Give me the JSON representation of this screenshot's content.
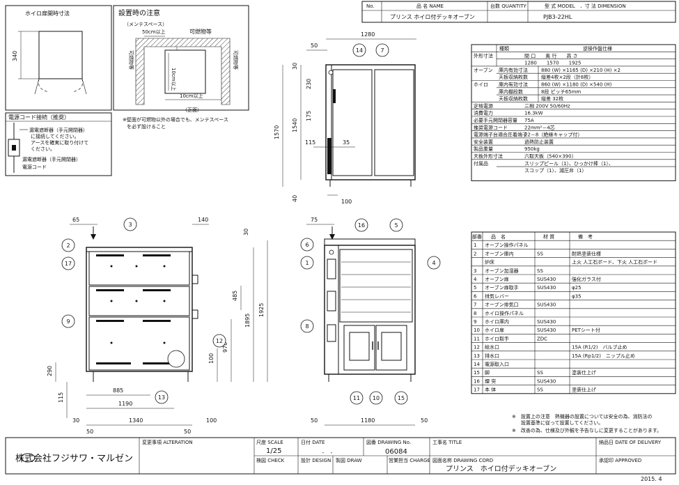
{
  "title_block_top": {
    "no_label": "No.",
    "name_label": "品 名 NAME",
    "qty_label": "台数 QUANTITY",
    "model_label": "型 式 MODEL　．寸 法 DIMENSION",
    "name_value": "プリンス ホイロ付デッキオーブン",
    "model_value": "PJB3-22HL"
  },
  "door_box": {
    "title": "ホイロ扉開時寸法",
    "dim_340": "340"
  },
  "install_box": {
    "title": "設置時の注意",
    "maint_space": "（メンテスペース）",
    "maint_dim": "50cm以上",
    "flammable": "可燃物等",
    "left_flammable": "可燃物等",
    "right_flammable": "可燃物等",
    "dim_10cm_v": "10cm以上",
    "dim_10cm_h": "10cm以上",
    "front": "（正面）",
    "note1": "※壁面が可燃物以外の場合でも、メンテスペース",
    "note2": "を必ず設けること"
  },
  "power_box": {
    "title": "電源コード接続（推奨）",
    "l1": "漏電遮断器（手元開閉器）",
    "l2": "に接続してください。",
    "l3": "アースを確実に取り付けて",
    "l4": "ください。",
    "l5": "漏電遮断器（手元開閉器）",
    "l6": "電源コード"
  },
  "side_top_dims": {
    "w1280": "1280",
    "d50": "50",
    "d30": "30",
    "d230": "230",
    "d1540": "1540",
    "d1570": "1570",
    "d175": "175",
    "d115": "115",
    "d35": "35",
    "d40": "40",
    "d100": "100"
  },
  "front_dims": {
    "d65": "65",
    "d140": "140",
    "d30": "30",
    "d485": "485",
    "d1895": "1895",
    "d1925": "1925",
    "d970": "970",
    "d100": "100",
    "d290": "290",
    "d115": "115",
    "d885": "885",
    "d1190": "1190",
    "d1340": "1340",
    "d30b": "30",
    "d50a": "50",
    "d50b": "50",
    "d100b": "100"
  },
  "right_dims": {
    "d75": "75",
    "d1180": "1180",
    "d50a": "50",
    "d50b": "50"
  },
  "callouts": [
    "1",
    "2",
    "3",
    "4",
    "5",
    "6",
    "7",
    "8",
    "9",
    "10",
    "11",
    "12",
    "13",
    "14",
    "15",
    "16",
    "17"
  ],
  "spec_table": {
    "header": [
      "種類",
      "逆操作盤仕様"
    ],
    "rows": [
      {
        "g": "外形寸法",
        "k": "",
        "v": "間 口　　奥 行　　高 さ"
      },
      {
        "g": "",
        "k": "",
        "v": "1280　　1570　　1925"
      },
      {
        "g": "オーブン",
        "k": "庫内有効寸法",
        "v": "880 (W) ×1165 (D) ×210 (H) ×2"
      },
      {
        "g": "",
        "k": "天板収納枚数",
        "v": "縦差4枚×2段（計8枚）"
      },
      {
        "g": "ホイロ",
        "k": "庫内有効寸法",
        "v": "860 (W) ×1180 (D) ×540 (H)"
      },
      {
        "g": "",
        "k": "庫内棚段数",
        "v": "8段 ピッチ65mm"
      },
      {
        "g": "",
        "k": "天板収納枚数",
        "v": "縦差 32枚"
      },
      {
        "g": "定格電源",
        "k": "",
        "v": "三相 200V 50/60Hz"
      },
      {
        "g": "消費電力",
        "k": "",
        "v": "16.3kW"
      },
      {
        "g": "必要手元開閉器容量",
        "k": "",
        "v": "75A"
      },
      {
        "g": "推奨電源コード",
        "k": "",
        "v": "22mm²－4芯"
      },
      {
        "g": "電源端子台適合圧着端子",
        "k": "",
        "v": "22－8（絶縁キャップ付）"
      },
      {
        "g": "安全装置",
        "k": "",
        "v": "過熱防止装置"
      },
      {
        "g": "製品重量",
        "k": "",
        "v": "950kg"
      },
      {
        "g": "天板外形寸法",
        "k": "",
        "v": "六取天板（540×390）"
      },
      {
        "g": "付属品",
        "k": "",
        "v": "スリップピール（1）、ひっかけ棒（1）、"
      },
      {
        "g": "",
        "k": "",
        "v": "スコップ（1）、減圧弁（1）"
      }
    ]
  },
  "parts_table": {
    "header": [
      "部番",
      "品　名",
      "材 質",
      "備　考"
    ],
    "rows": [
      [
        "1",
        "オーブン操作パネル",
        "",
        ""
      ],
      [
        "2",
        "オーブン庫内",
        "SS",
        "耐熱塗装仕様"
      ],
      [
        "",
        "炉床",
        "",
        "上火 人工石ボード、下火 人工石ボード"
      ],
      [
        "3",
        "オーブン加湿器",
        "SS",
        ""
      ],
      [
        "4",
        "オーブン扉",
        "SUS430",
        "強化ガラス付"
      ],
      [
        "5",
        "オーブン扉取手",
        "SUS430",
        "φ25"
      ],
      [
        "6",
        "排気レバー",
        "",
        "φ35"
      ],
      [
        "7",
        "オーブン排気口",
        "SUS430",
        ""
      ],
      [
        "8",
        "ホイロ操作パネル",
        "",
        ""
      ],
      [
        "9",
        "ホイロ庫内",
        "SUS430",
        ""
      ],
      [
        "10",
        "ホイロ扉",
        "SUS430",
        "PETシート付"
      ],
      [
        "11",
        "ホイロ取手",
        "ZDC",
        ""
      ],
      [
        "12",
        "給水口",
        "",
        "15A (R1/2)　バルブ止め"
      ],
      [
        "13",
        "排水口",
        "",
        "15A (Rp1/2)　ニップル止め"
      ],
      [
        "14",
        "電源取入口",
        "",
        ""
      ],
      [
        "15",
        "脚",
        "SS",
        "塗装仕上げ"
      ],
      [
        "16",
        "煙 突",
        "SUS430",
        ""
      ],
      [
        "17",
        "本 体",
        "SS",
        "塗装仕上げ"
      ]
    ]
  },
  "notes": {
    "n1a": "※　設置上の注意　熱機器の設置については安全の為、消防法の",
    "n1b": "設置基準に従って設置してください。",
    "n2": "※　改善の為、仕様及び外観を予告なしに変更することがあります。"
  },
  "bottom_block": {
    "company": "株式会社フジサワ・マルゼン",
    "alteration": "変更事項 ALTERATION",
    "scale_label": "尺度 SCALE",
    "scale_value": "1/25",
    "date_label": "日付 DATE",
    "date_value": "．　．",
    "drawing_no_label": "図番 DRAWING No.",
    "drawing_no_value": "06084",
    "title_label": "工事名 TITLE",
    "delivery_label": "納品日 DATE OF DELIVERY",
    "check_label": "検図 CHECK",
    "design_label": "設計 DESIGN",
    "draw_label": "製図 DRAW",
    "charge_label": "営業担当 CHARGE",
    "cord_label": "図面名称 DRAWING CORD",
    "cord_value": "プリンス　ホイロ付デッキオーブン",
    "approved_label": "承認印 APPROVED",
    "year": "2015. 4"
  }
}
